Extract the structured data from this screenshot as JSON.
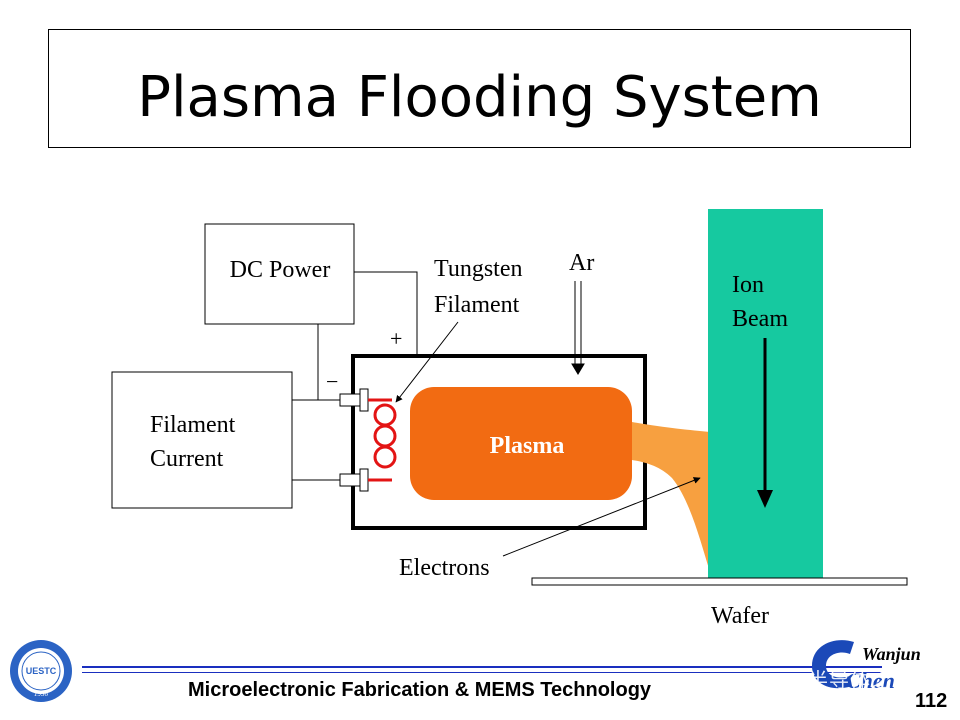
{
  "slide": {
    "title": "Plasma Flooding System",
    "page_number": "112",
    "footer": "Microelectronic Fabrication & MEMS Technology",
    "watermark": "半导体之芯"
  },
  "diagram": {
    "dc_power": "DC Power",
    "filament_current_line1": "Filament",
    "filament_current_line2": "Current",
    "tungsten_line1": "Tungsten",
    "tungsten_line2": "Filament",
    "ar": "Ar",
    "plus": "+",
    "minus": "−",
    "plasma": "Plasma",
    "ion_beam_line1": "Ion",
    "ion_beam_line2": "Beam",
    "electrons": "Electrons",
    "wafer": "Wafer"
  },
  "logos": {
    "university": "UESTC",
    "university_year": "1956",
    "author_line1": "Wanjun",
    "author_line2": "Chen"
  },
  "colors": {
    "plasma": "#f26b12",
    "electron_stream": "#f7a040",
    "ion_beam": "#16c9a0",
    "filament_coil": "#e31414",
    "footer_rule": "#1a2fbf"
  }
}
